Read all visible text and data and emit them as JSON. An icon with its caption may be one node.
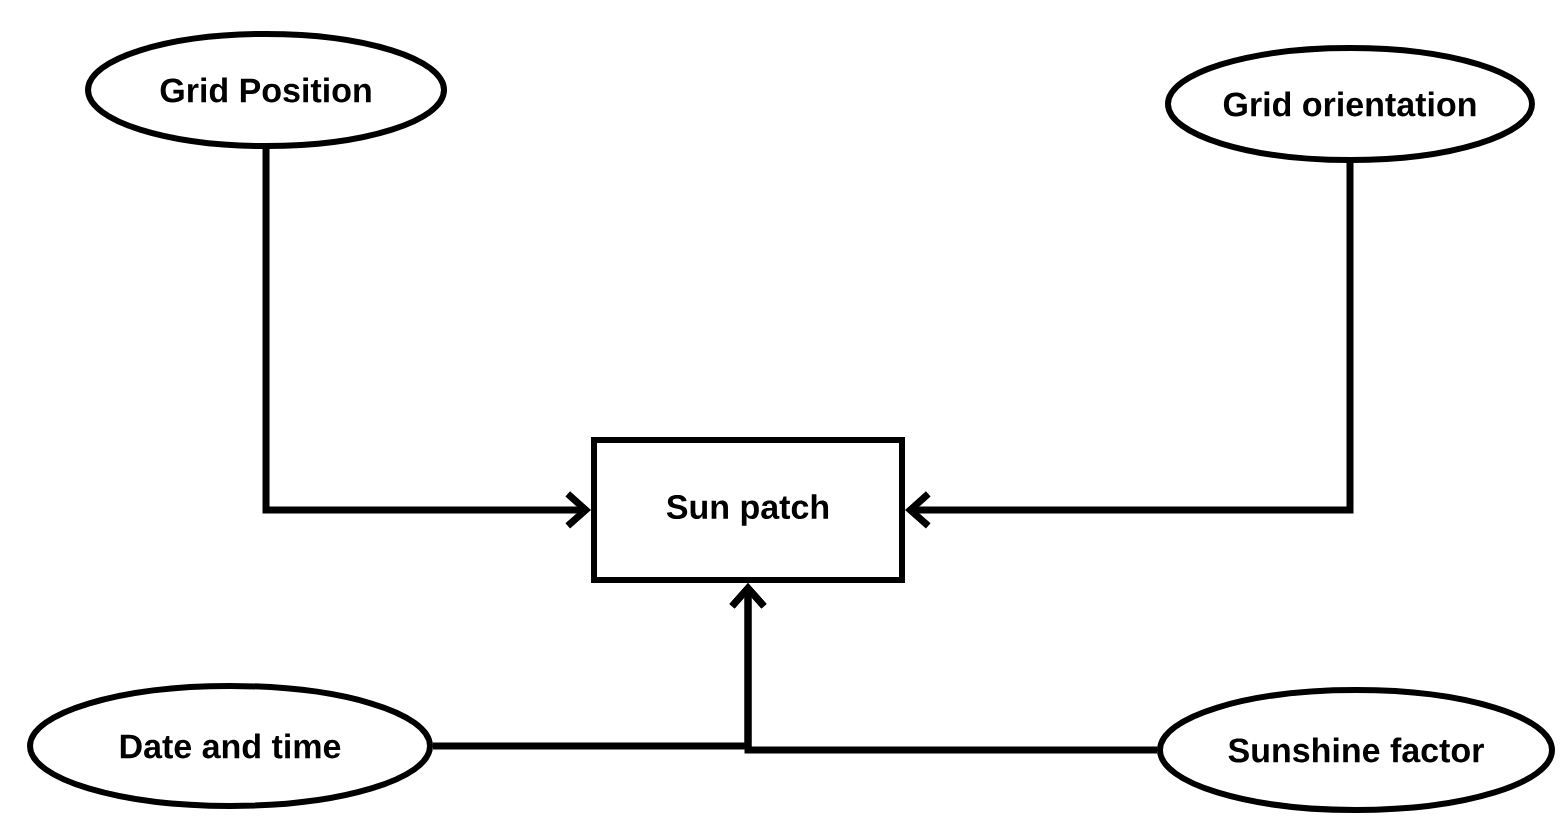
{
  "diagram": {
    "nodes": [
      {
        "text": [
          "Grid Position"
        ]
      },
      {
        "text": [
          "Grid orientation"
        ]
      },
      {
        "text": [
          "Sun patch"
        ]
      },
      {
        "text": [
          "Date and time"
        ]
      },
      {
        "text": [
          "Sunshine factor"
        ]
      }
    ],
    "edges": [
      {
        "from": 0,
        "to": 2,
        "arrow": "to"
      },
      {
        "from": 1,
        "to": 2,
        "arrow": "to"
      },
      {
        "from": 3,
        "to": 2,
        "arrow": "to"
      },
      {
        "from": 4,
        "to": 2,
        "arrow": "to"
      }
    ]
  }
}
